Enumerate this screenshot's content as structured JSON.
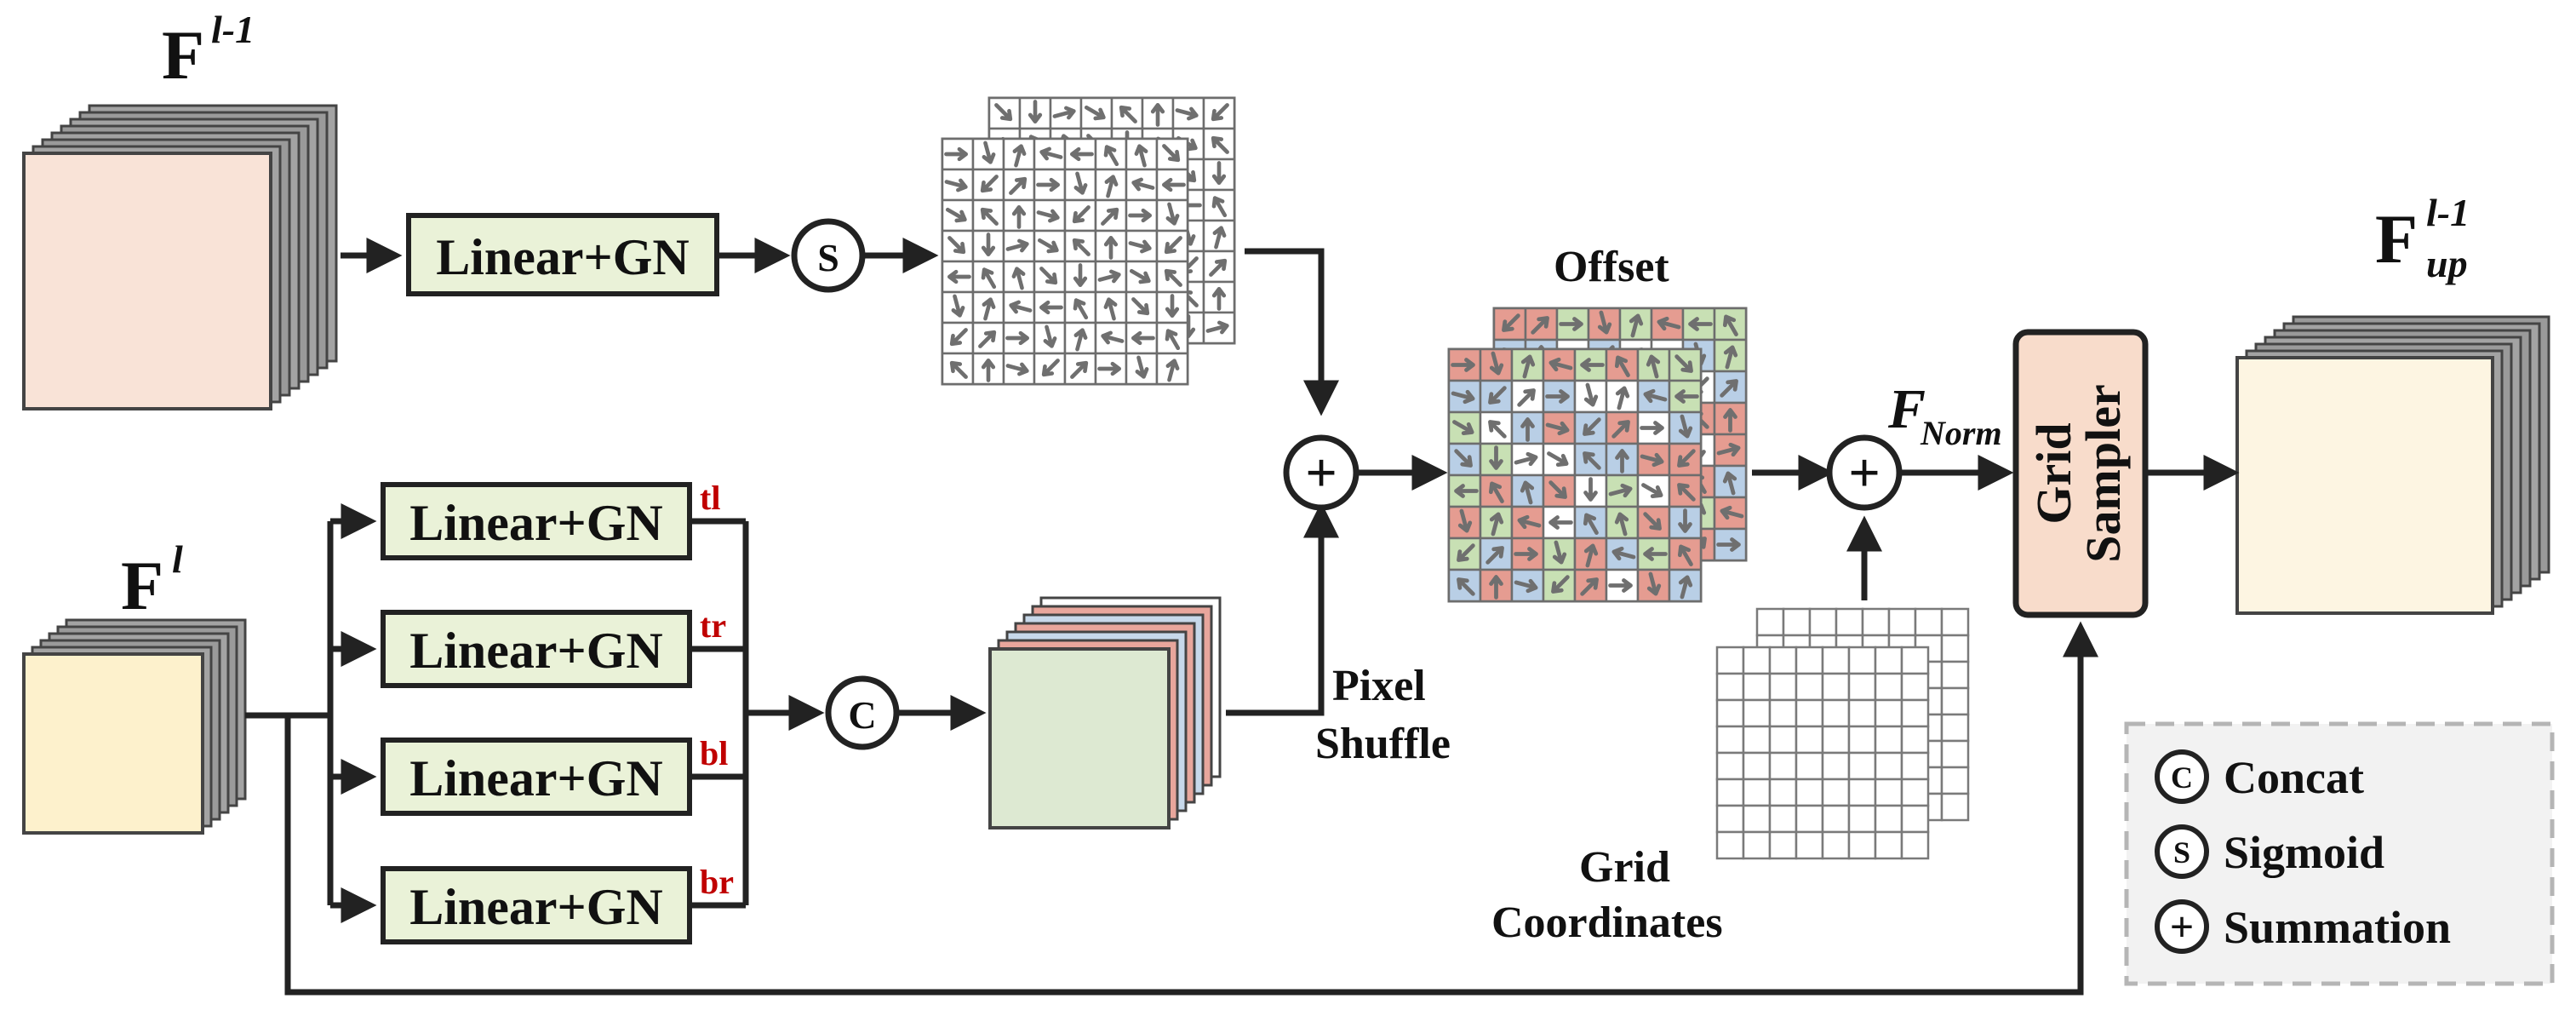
{
  "inputs": {
    "prev_feature": {
      "base": "F",
      "sup": "l-1"
    },
    "cur_feature": {
      "base": "F",
      "sup": "l"
    },
    "output_feature": {
      "base": "F",
      "sup": "l-1",
      "sub": "up"
    }
  },
  "blocks": {
    "linear_gn_top": "Linear+GN",
    "linear_gn_branches": [
      {
        "label": "Linear+GN",
        "tag": "tl"
      },
      {
        "label": "Linear+GN",
        "tag": "tr"
      },
      {
        "label": "Linear+GN",
        "tag": "bl"
      },
      {
        "label": "Linear+GN",
        "tag": "br"
      }
    ],
    "grid_sampler": [
      "Grid",
      "Sampler"
    ]
  },
  "operators": {
    "sigmoid": "S",
    "concat": "C",
    "sum": "+"
  },
  "labels": {
    "offset": "Offset",
    "pixel_shuffle": [
      "Pixel",
      "Shuffle"
    ],
    "f_norm": {
      "base": "F",
      "sub": "Norm"
    },
    "grid_coordinates": [
      "Grid",
      "Coordinates"
    ]
  },
  "legend": [
    {
      "symbol": "C",
      "label": "Concat"
    },
    {
      "symbol": "S",
      "label": "Sigmoid"
    },
    {
      "symbol": "+",
      "label": "Summation"
    }
  ],
  "colors": {
    "prev_feature_fill": "#f9e3d7",
    "cur_feature_fill": "#fdf1cc",
    "output_fill": "#fdf5e2",
    "linear_fill": "#eaf2d8",
    "grid_sampler_fill": "#f8dccb",
    "shuffle_green": "#dde9d2",
    "shuffle_blue": "#c7d8ea",
    "shuffle_red": "#e8a69c",
    "offset_green": "#c8e0b4",
    "offset_blue": "#b9cfe6",
    "offset_red": "#e59c91",
    "tag_red": "#c00000",
    "legend_bg": "#f2f2f2"
  }
}
